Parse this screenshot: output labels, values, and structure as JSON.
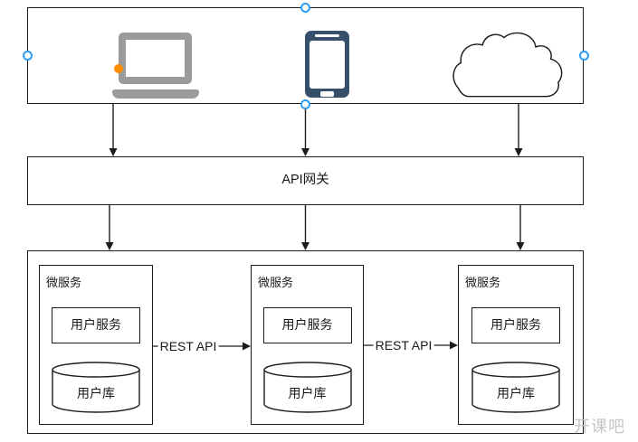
{
  "clients": {
    "icons": [
      {
        "name": "laptop-icon"
      },
      {
        "name": "smartphone-icon"
      },
      {
        "name": "cloud-icon"
      }
    ]
  },
  "gateway": {
    "label": "API网关"
  },
  "microservices": [
    {
      "title": "微服务",
      "service": "用户服务",
      "database": "用户库"
    },
    {
      "title": "微服务",
      "service": "用户服务",
      "database": "用户库"
    },
    {
      "title": "微服务",
      "service": "用户服务",
      "database": "用户库"
    }
  ],
  "connections": [
    {
      "label": "REST API"
    },
    {
      "label": "REST API"
    }
  ],
  "watermark": "开课吧",
  "colors": {
    "laptop_gray": "#9b9b9b",
    "connection_point_orange": "#ff8c00",
    "phone_navy": "#36506c",
    "selection_handle_blue": "#2e9df5",
    "shape_border": "#1c1c1c",
    "watermark_gray": "#c6c6c6"
  }
}
